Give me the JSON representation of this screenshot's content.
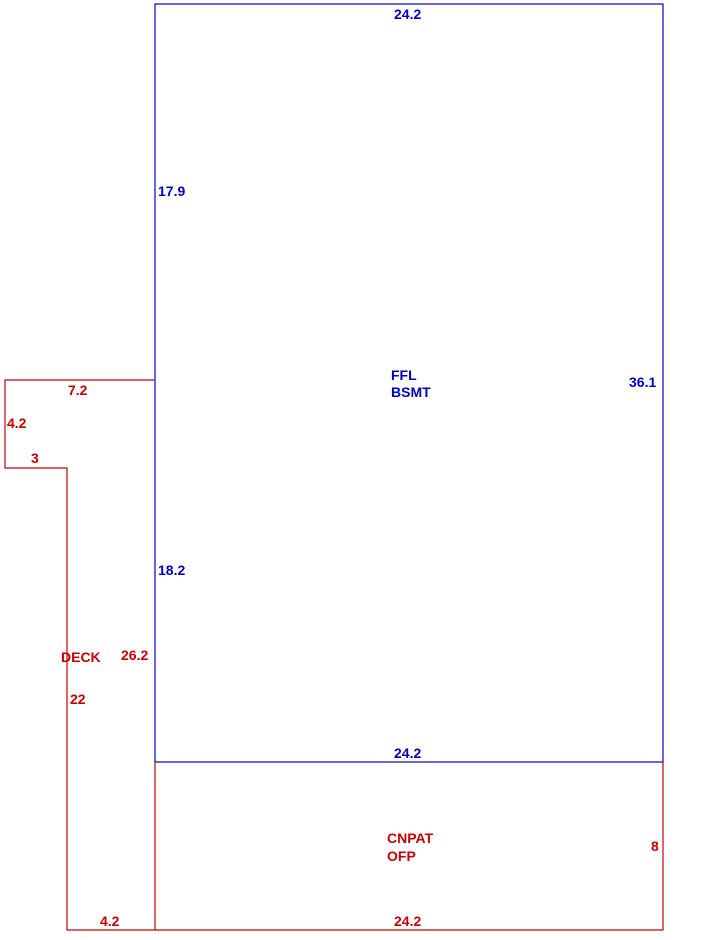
{
  "colors": {
    "main_structure": "#0000cc",
    "attached_areas": "#cc0000",
    "background": "#ffffff"
  },
  "areas": {
    "main": {
      "name_line1": "FFL",
      "name_line2": "BSMT",
      "top_length": "24.2",
      "right_length": "36.1",
      "bottom_length": "24.2",
      "left_upper_length": "17.9",
      "left_lower_length": "18.2"
    },
    "deck": {
      "name": "DECK",
      "top_length": "7.2",
      "left_length": "4.2",
      "step_length": "3",
      "inner_left_length": "22",
      "right_length": "26.2",
      "bottom_length": "4.2"
    },
    "patio": {
      "name_line1": "CNPAT",
      "name_line2": "OFP",
      "right_length": "8",
      "bottom_length": "24.2"
    }
  }
}
